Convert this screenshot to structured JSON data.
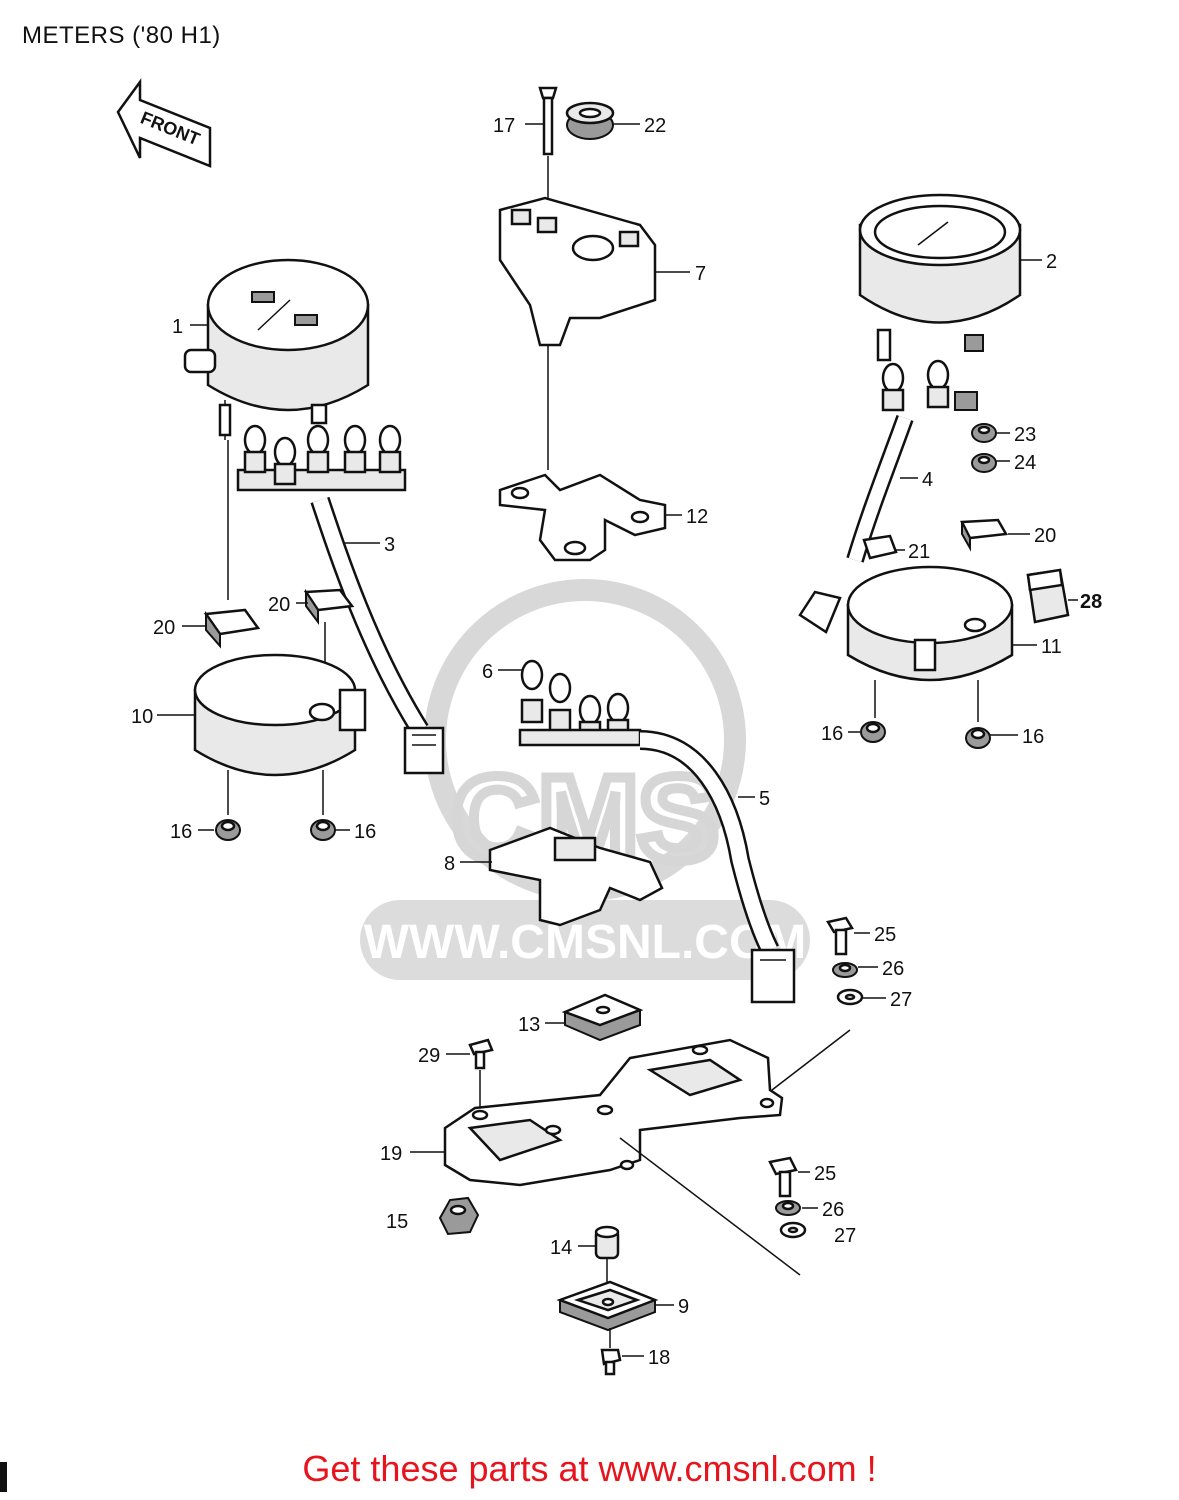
{
  "title": "METERS ('80 H1)",
  "front_arrow_label": "FRONT",
  "watermark": {
    "brand": "CMS",
    "url": "WWW.CMSNL.COM"
  },
  "callouts": {
    "c1": "1",
    "c2": "2",
    "c3": "3",
    "c4": "4",
    "c5": "5",
    "c6": "6",
    "c7": "7",
    "c8": "8",
    "c9": "9",
    "c10": "10",
    "c11": "11",
    "c12": "12",
    "c13": "13",
    "c14": "14",
    "c15": "15",
    "c16a": "16",
    "c16b": "16",
    "c16c": "16",
    "c16d": "16",
    "c17": "17",
    "c18": "18",
    "c19": "19",
    "c20a": "20",
    "c20b": "20",
    "c20c": "20",
    "c21": "21",
    "c22": "22",
    "c23": "23",
    "c24": "24",
    "c25a": "25",
    "c25b": "25",
    "c26a": "26",
    "c26b": "26",
    "c27a": "27",
    "c27b": "27",
    "c28": "28",
    "c29": "29"
  },
  "footer": "Get these parts at www.cmsnl.com !"
}
